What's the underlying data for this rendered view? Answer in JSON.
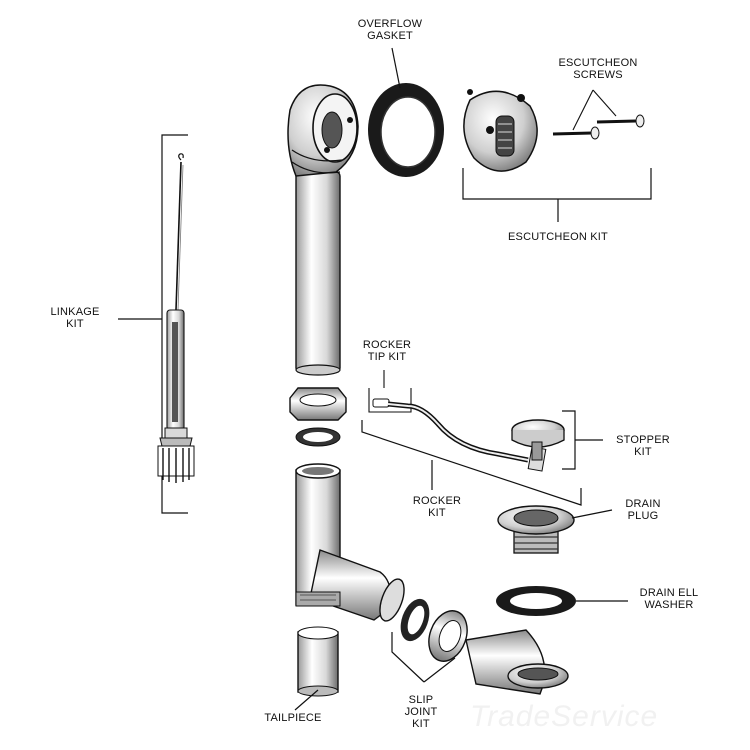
{
  "labels": {
    "overflow_gasket": [
      "OVERFLOW",
      "GASKET"
    ],
    "escutcheon_screws": [
      "ESCUTCHEON",
      "SCREWS"
    ],
    "escutcheon_kit": "ESCUTCHEON KIT",
    "linkage_kit": [
      "LINKAGE",
      "KIT"
    ],
    "rocker_tip_kit": [
      "ROCKER",
      "TIP KIT"
    ],
    "stopper_kit": [
      "STOPPER",
      "KIT"
    ],
    "rocker_kit": [
      "ROCKER",
      "KIT"
    ],
    "drain_plug": [
      "DRAIN",
      "PLUG"
    ],
    "drain_ell_washer": [
      "DRAIN ELL",
      "WASHER"
    ],
    "slip_joint_kit": [
      "SLIP",
      "JOINT",
      "KIT"
    ],
    "tailpiece": "TAILPIECE"
  },
  "watermark": "TradeService",
  "colors": {
    "line": "#111111",
    "part_fill": "#ffffff",
    "gasket": "#1a1a1a",
    "watermark": "#f0f0f0"
  }
}
